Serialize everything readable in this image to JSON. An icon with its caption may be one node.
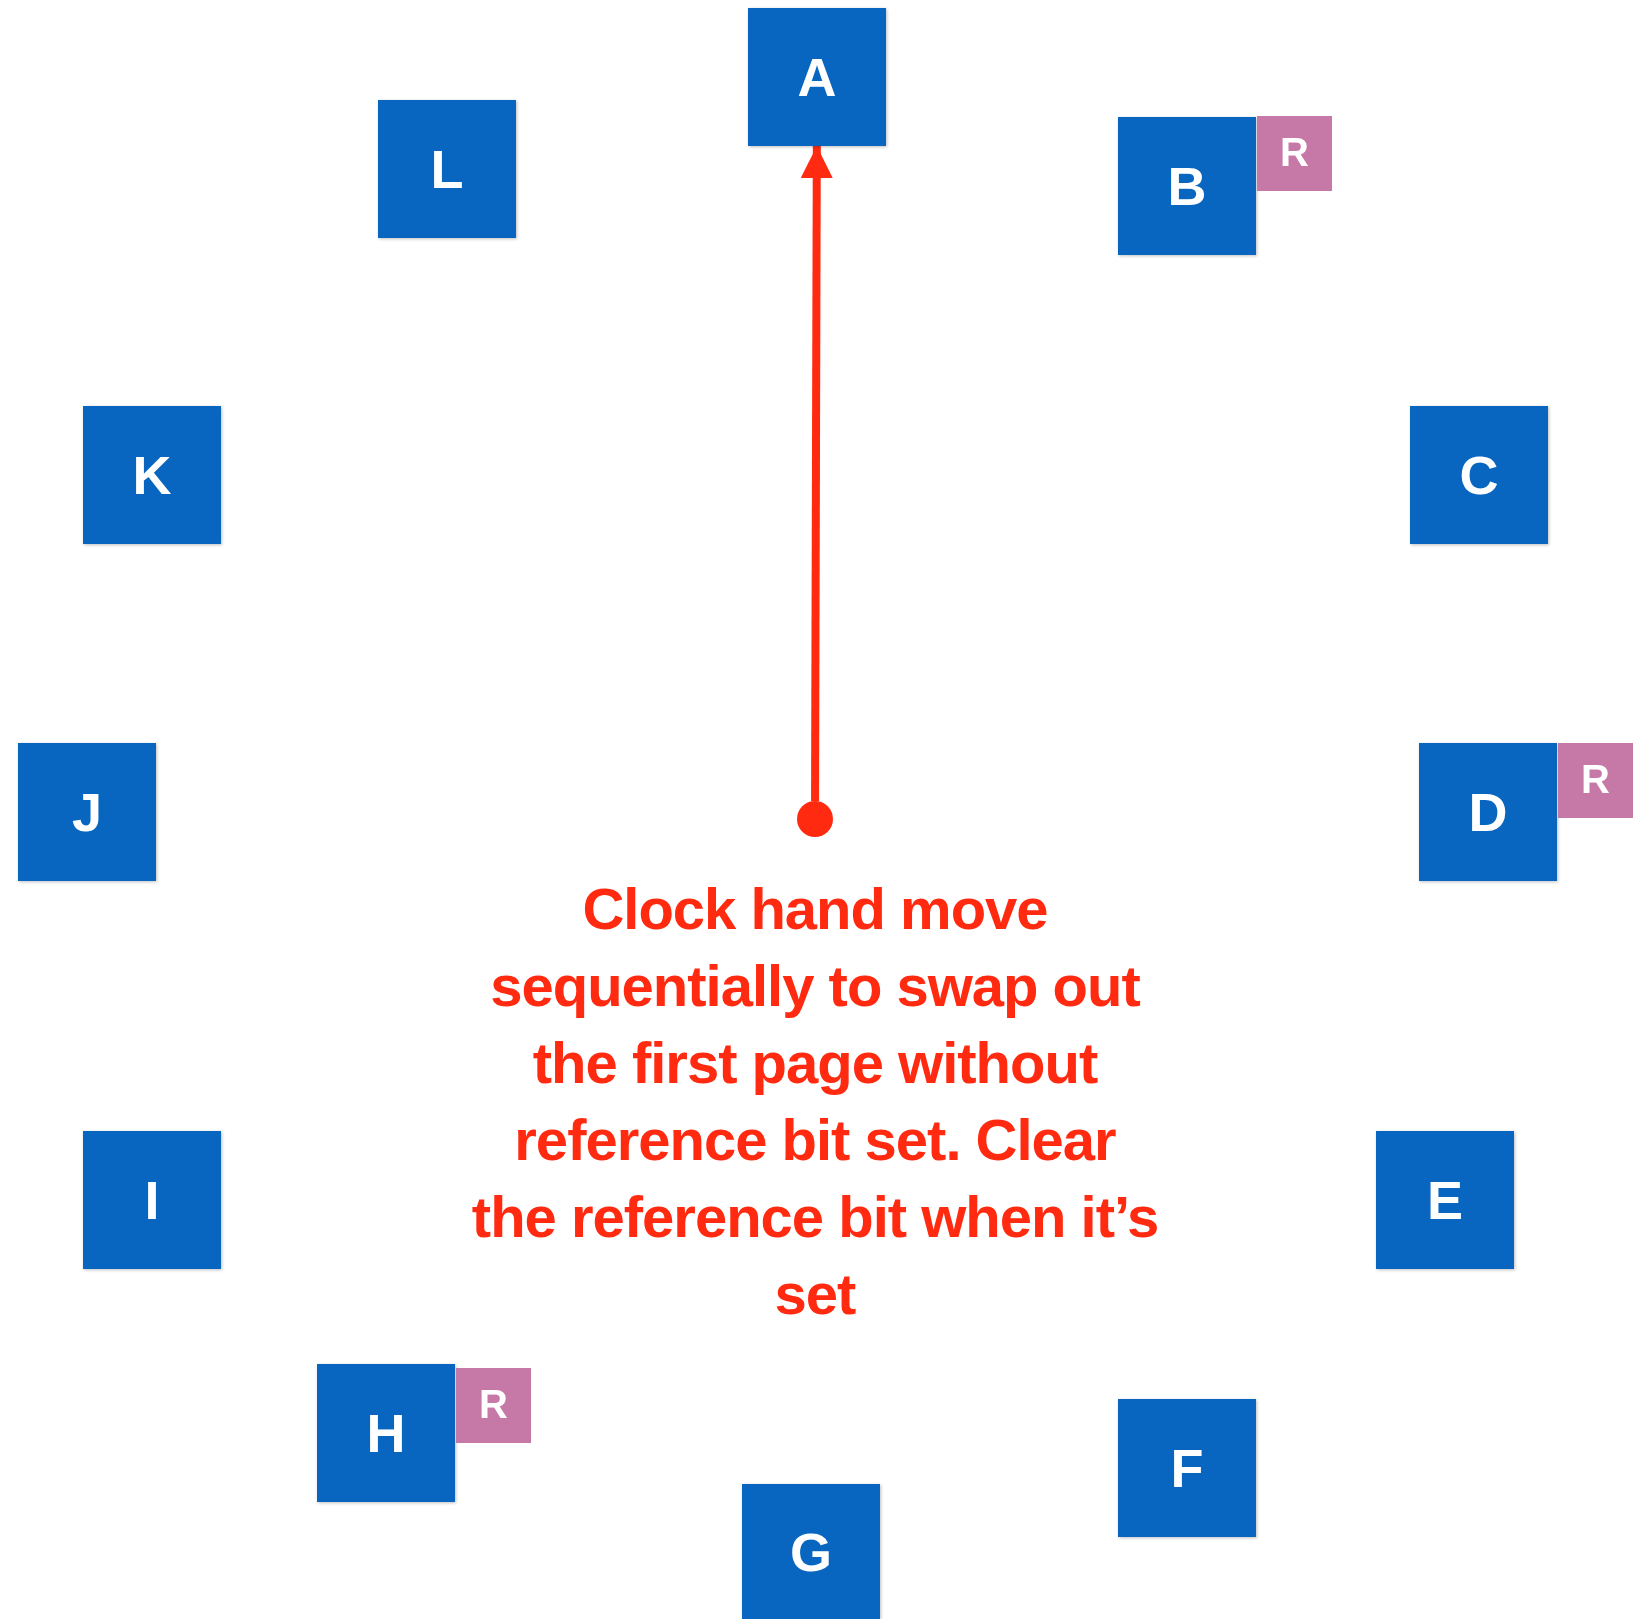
{
  "diagram": {
    "nodes": [
      {
        "text": [
          "A"
        ]
      },
      {
        "text": [
          "B"
        ]
      },
      {
        "text": [
          "R"
        ]
      },
      {
        "text": [
          "C"
        ]
      },
      {
        "text": [
          "D"
        ]
      },
      {
        "text": [
          "R"
        ]
      },
      {
        "text": [
          "E"
        ]
      },
      {
        "text": [
          "F"
        ]
      },
      {
        "text": [
          "G"
        ]
      },
      {
        "text": [
          "H"
        ]
      },
      {
        "text": [
          "R"
        ]
      },
      {
        "text": [
          "I"
        ]
      },
      {
        "text": [
          "J"
        ]
      },
      {
        "text": [
          "K"
        ]
      },
      {
        "text": [
          "L"
        ]
      },
      {
        "text": [],
        "shape": "circle"
      }
    ],
    "edges": [
      {
        "from": 15,
        "to": 0,
        "arrow": "to"
      }
    ],
    "labels": [
      "Clock hand move sequentially to swap out the first page without reference bit set. Clear the reference bit when it’s set"
    ]
  }
}
